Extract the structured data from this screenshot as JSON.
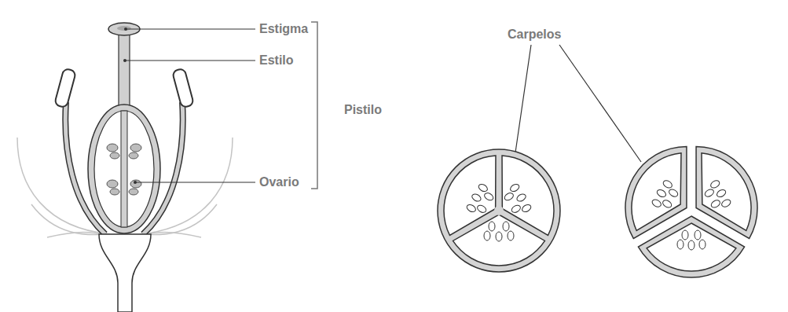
{
  "diagram": {
    "labels": [
      "Estigma",
      "Estilo",
      "Pistilo",
      "Ovario",
      "Carpelos"
    ]
  }
}
